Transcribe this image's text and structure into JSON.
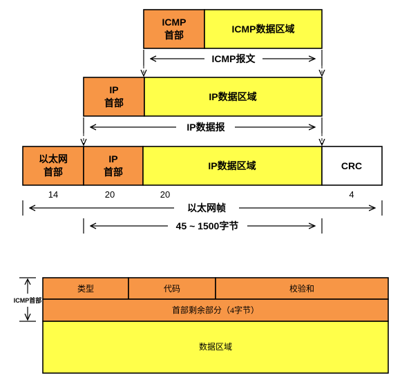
{
  "encapsulation": {
    "icmp_header": [
      "ICMP",
      "首部"
    ],
    "icmp_data": "ICMP数据区域",
    "icmp_message": "ICMP报文",
    "ip_header": [
      "IP",
      "首部"
    ],
    "ip_data": "IP数据区域",
    "ip_datagram": "IP数据报",
    "eth_header": [
      "以太网",
      "首部"
    ],
    "eth_ip_header": [
      "IP",
      "首部"
    ],
    "eth_ip_data": "IP数据区域",
    "crc": "CRC",
    "sizes": [
      "14",
      "20",
      "20",
      "4"
    ],
    "eth_frame": "以太网帧",
    "payload_range": "45 ~ 1500字节"
  },
  "icmp_format": {
    "header_label": "ICMP首部",
    "type": "类型",
    "code": "代码",
    "checksum": "校验和",
    "rest": "首部剩余部分（4字节）",
    "data": "数据区域"
  },
  "colors": {
    "orange": "#f79646",
    "yellow": "#ffff4a"
  }
}
